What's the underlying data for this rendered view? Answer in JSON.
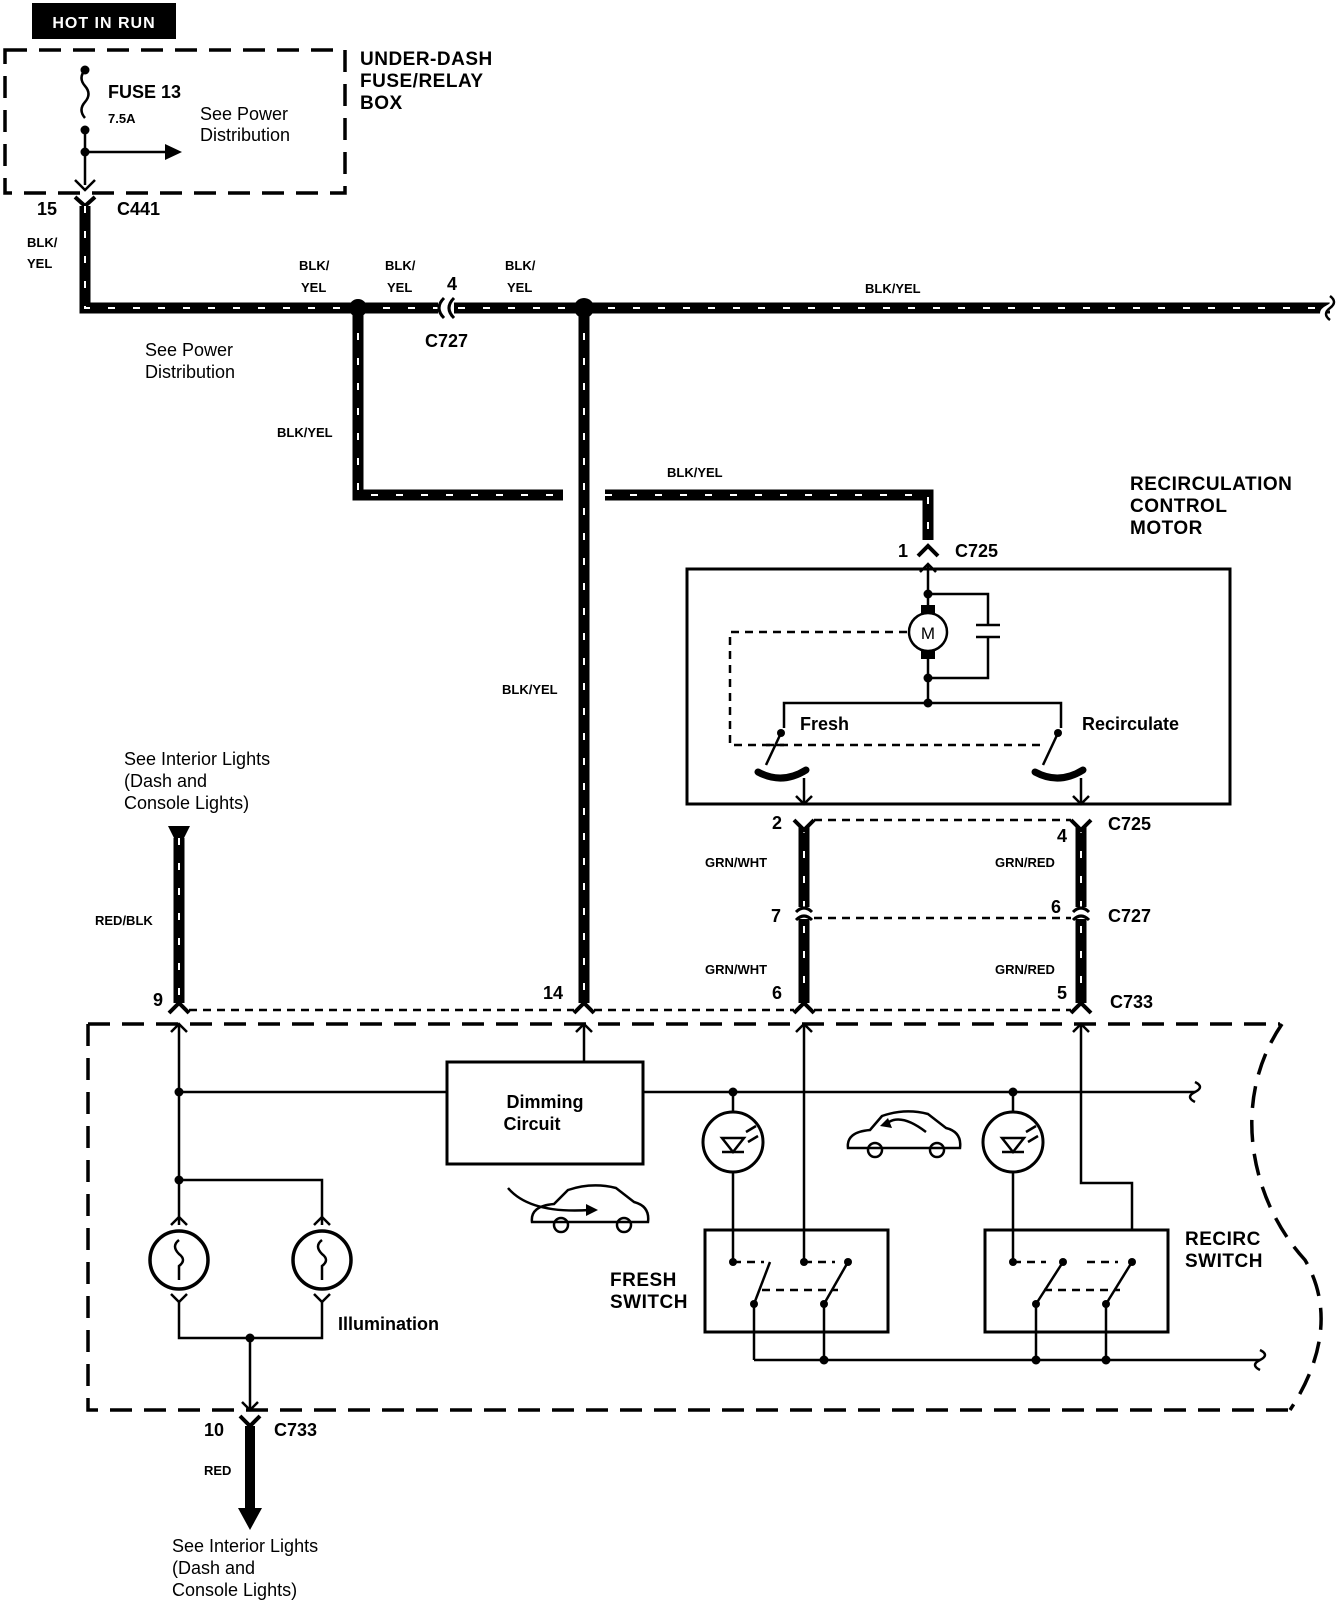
{
  "badge": "HOT IN RUN",
  "fuse_box": {
    "title_line1": "UNDER-DASH",
    "title_line2": "FUSE/RELAY",
    "title_line3": "BOX",
    "fuse_name": "FUSE 13",
    "fuse_rating": "7.5A",
    "see_line1": "See Power",
    "see_line2": "Distribution"
  },
  "connectors": {
    "c441_pin": "15",
    "c441": "C441",
    "c727_pin_top": "4",
    "c727_top": "C727",
    "c725_pin1": "1",
    "c725_top": "C725",
    "c725_pin2": "2",
    "c725_pin4": "4",
    "c725_right": "C725",
    "c727_pin7": "7",
    "c727_pin6": "6",
    "c727_right": "C727",
    "c733_pin9": "9",
    "c733_pin14": "14",
    "c733_pin6": "6",
    "c733_pin5": "5",
    "c733_right": "C733",
    "c733_pin10": "10",
    "c733_bottom": "C733"
  },
  "wire_labels": {
    "blk_slash": "BLK/",
    "yel": "YEL",
    "blk_yel": "BLK/YEL",
    "grn_wht": "GRN/WHT",
    "grn_red": "GRN/RED",
    "red_blk": "RED/BLK",
    "red": "RED"
  },
  "see_power_line1": "See Power",
  "see_power_line2": "Distribution",
  "motor": {
    "title_line1": "RECIRCULATION",
    "title_line2": "CONTROL",
    "title_line3": "MOTOR",
    "symbol": "M",
    "fresh": "Fresh",
    "recirculate": "Recirculate"
  },
  "interior_top": {
    "line1": "See Interior Lights",
    "line2": "(Dash and",
    "line3": "Console Lights)"
  },
  "interior_bottom": {
    "line1": "See Interior Lights",
    "line2": "(Dash and",
    "line3": "Console Lights)"
  },
  "control_unit": {
    "dimming_line1": "Dimming",
    "dimming_line2": "Circuit",
    "illumination": "Illumination",
    "fresh_switch_line1": "FRESH",
    "fresh_switch_line2": "SWITCH",
    "recirc_switch_line1": "RECIRC",
    "recirc_switch_line2": "SWITCH"
  }
}
